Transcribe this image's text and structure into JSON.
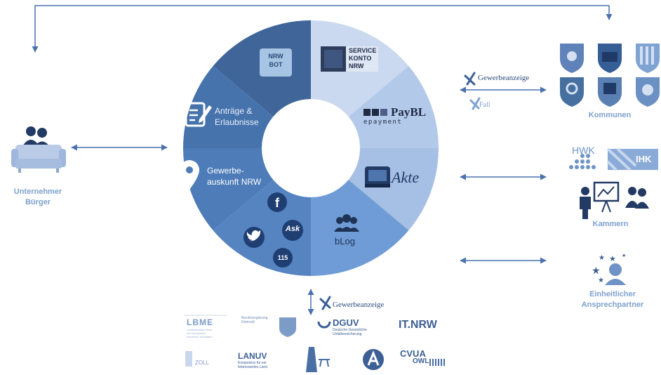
{
  "wheel": {
    "segments": {
      "nrw_bot": "NRW\nBOT",
      "servicekonto": "SERVICE\nKONTO\nNRW",
      "paybl": "PayBL",
      "paybl_sub": "epayment",
      "akte": "Akte",
      "blog": "bLog",
      "social_115": "115",
      "social_ask": "Ask",
      "gewerbeauskunft": "Gewerbe-\nauskunft NRW",
      "antraege": "Anträge &\nErlaubnisse"
    }
  },
  "left": {
    "label": "Unternehmer\nBürger"
  },
  "right": {
    "kommunen": "Kommunen",
    "hwk": "HWK",
    "ihk": "IHK",
    "kammern": "Kammern",
    "ansprechpartner": "Einheitlicher\nAnsprechpartner",
    "gewerbeanzeige": "Gewerbeanzeige",
    "xfall": "Fall"
  },
  "bottom": {
    "gewerbeanzeige": "Gewerbeanzeige",
    "lbme": "LBME",
    "lbme_sub": "Landesbetrieb Mess-\nund Eichwesen\nNordrhein-Westfalen",
    "bezreg": "Bezirksregierung\nDetmold",
    "dguv": "DGUV",
    "dguv_sub": "Deutsche Gesetzliche\nUnfallversicherung",
    "itnrw": "IT.NRW",
    "zoll": "ZOLL",
    "lanuv": "LANUV",
    "lanuv_sub": "Kompetenz für ein\nlebenswertes Land",
    "cvua": "CVUA",
    "cvua_owl": "OWL"
  },
  "colors": {
    "arrow": "#4a72b0",
    "seg_dark": "#3c6397",
    "seg_mid": "#4f7fba",
    "seg_light": "#a9c2e6",
    "seg_pale": "#c6d6ee",
    "label_light": "#7ea1cf"
  }
}
